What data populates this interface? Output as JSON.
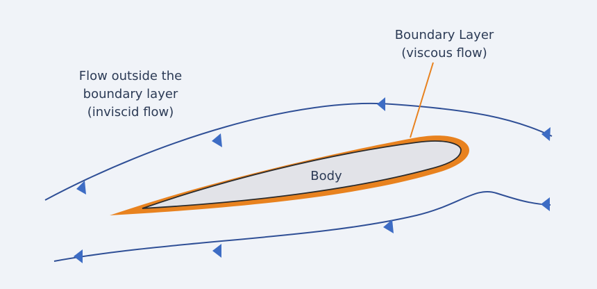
{
  "labels": {
    "boundary_layer": {
      "line1": "Boundary Layer",
      "line2": "(viscous flow)"
    },
    "outer_flow": {
      "line1": "Flow outside the",
      "line2": "boundary layer",
      "line3": "(inviscid flow)"
    },
    "body": "Body"
  },
  "colors": {
    "background": "#f0f3f8",
    "streamline": "#2f4f96",
    "arrow": "#3d6cc4",
    "boundary_layer": "#e8821f",
    "body_fill": "#e2e3e8",
    "body_outline": "#2b2b2b",
    "text": "#2b3a55"
  },
  "icons": {
    "flow_direction": "arrowhead-left-icon"
  }
}
